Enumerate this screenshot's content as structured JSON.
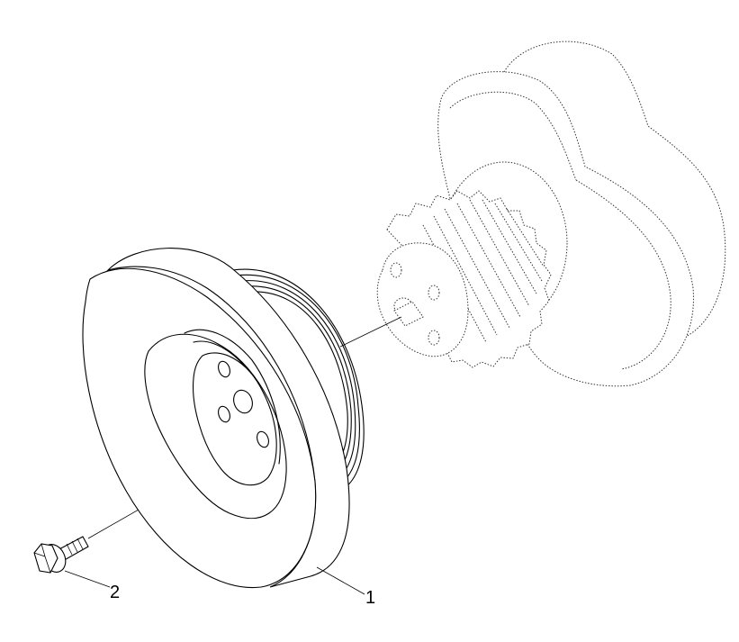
{
  "diagram": {
    "callouts": [
      {
        "label": "1",
        "part": "crankshaft-pulley"
      },
      {
        "label": "2",
        "part": "bolt"
      }
    ]
  }
}
